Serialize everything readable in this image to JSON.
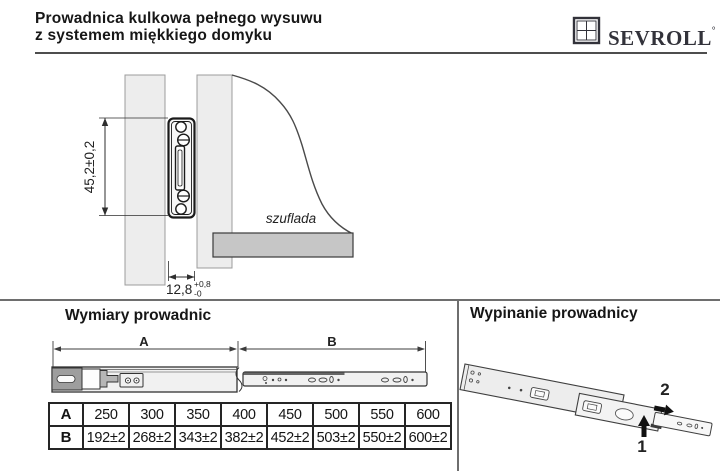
{
  "header": {
    "title_line1": "Prowadnica kulkowa pełnego wysuwu",
    "title_line2": "z systemem miękkiego domyku",
    "brand": "SEVROLL",
    "brand_mark": "°"
  },
  "diagram": {
    "height_dim": "45,2±0,2",
    "depth_dim": "12,8",
    "depth_tol_plus": "+0,8",
    "depth_tol_minus": "-0",
    "drawer_label": "szuflada"
  },
  "dimensions": {
    "title": "Wymiary prowadnic",
    "label_a": "A",
    "label_b": "B",
    "table": {
      "row_a_header": "A",
      "row_b_header": "B",
      "row_a": [
        "250",
        "300",
        "350",
        "400",
        "450",
        "500",
        "550",
        "600"
      ],
      "row_b": [
        "192±2",
        "268±2",
        "343±2",
        "382±2",
        "452±2",
        "503±2",
        "550±2",
        "600±2"
      ]
    }
  },
  "removal": {
    "title": "Wypinanie prowadnicy",
    "step1": "1",
    "step2": "2"
  },
  "colors": {
    "panel_fill": "#ededed",
    "drawer_bottom_fill": "#c6c6c6",
    "rail_fill": "#f1f1f1",
    "soft_close_block": "#9e9e9e",
    "divider": "#6e6e6e",
    "text": "#1b1b1b",
    "brand_text": "#32323a"
  }
}
